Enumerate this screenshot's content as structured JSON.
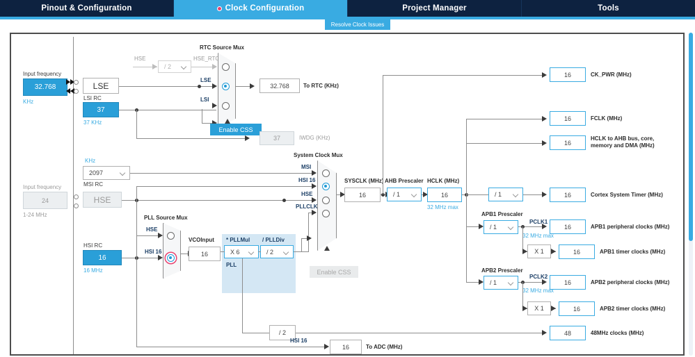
{
  "tabs": [
    {
      "label": "Pinout & Configuration",
      "active": false,
      "dot": false
    },
    {
      "label": "Clock Configuration",
      "active": true,
      "dot": true
    },
    {
      "label": "Project Manager",
      "active": false,
      "dot": false
    },
    {
      "label": "Tools",
      "active": false,
      "dot": false
    }
  ],
  "toolbar": {
    "resolve_label": "Resolve Clock Issues"
  },
  "colors": {
    "tab_bar_bg": "#0d2240",
    "accent": "#39abe2",
    "active_tab": "#39abe2",
    "filled_box": "#2a9fd8",
    "selection_ring": "#e8436f",
    "nav_label": "#1c3f66",
    "line": "#8d8d8d",
    "disabled_text": "#9a9a9a"
  },
  "lse": {
    "input_freq_caption": "Input frequency",
    "input_freq_value": "32.768",
    "input_freq_unit": "KHz",
    "osc_label": "LSE"
  },
  "lsi": {
    "caption": "LSI RC",
    "value": "37",
    "unit": "37 KHz"
  },
  "hse_div": {
    "in_label": "HSE",
    "value": "/ 2",
    "out_label": "HSE_RTC"
  },
  "rtc_mux": {
    "title": "RTC Source Mux",
    "inputs": [
      {
        "label": "HSE_RTC",
        "selected": false
      },
      {
        "label": "LSE",
        "selected": true
      },
      {
        "label": "LSI",
        "selected": false
      }
    ],
    "enable_css_label": "Enable CSS",
    "enable_css_enabled": true
  },
  "rtc_out": {
    "value": "32.768",
    "label": "To RTC (KHz)"
  },
  "iwdg_out": {
    "value": "37",
    "label": "IWDG (KHz)",
    "disabled": true
  },
  "msi": {
    "unit_label": "KHz",
    "value": "2097",
    "caption": "MSI RC"
  },
  "hse": {
    "input_freq_caption": "Input frequency",
    "input_freq_value": "24",
    "range_label": "1-24 MHz",
    "osc_label": "HSE",
    "disabled": true
  },
  "hsi": {
    "caption": "HSI RC",
    "value": "16",
    "unit": "16 MHz"
  },
  "pll_source_mux": {
    "title": "PLL Source Mux",
    "inputs": [
      {
        "label": "HSE",
        "selected": false
      },
      {
        "label": "HSI 16",
        "selected": true
      }
    ]
  },
  "vco": {
    "caption": "VCOInput",
    "value": "16"
  },
  "pll": {
    "group_label": "PLL",
    "mul_caption": "* PLLMul",
    "mul_value": "X 6",
    "div_caption": "/ PLLDiv",
    "div_value": "/ 2"
  },
  "system_clock_mux": {
    "title": "System Clock Mux",
    "inputs": [
      {
        "label": "MSI",
        "selected": false
      },
      {
        "label": "HSI 16",
        "selected": true
      },
      {
        "label": "HSE",
        "selected": false
      },
      {
        "label": "PLLCLK",
        "selected": false
      }
    ],
    "enable_css_label": "Enable CSS",
    "enable_css_enabled": false
  },
  "sysclk": {
    "caption": "SYSCLK (MHz)",
    "value": "16"
  },
  "ahb": {
    "caption": "AHB Prescaler",
    "value": "/ 1"
  },
  "hclk": {
    "caption": "HCLK (MHz)",
    "value": "16",
    "note": "32 MHz max"
  },
  "apb1": {
    "caption": "APB1 Prescaler",
    "value": "/ 1",
    "bus_label": "PCLK1",
    "bus_note": "32 MHz max",
    "timer_mul": "X 1"
  },
  "apb2": {
    "caption": "APB2 Prescaler",
    "value": "/ 1",
    "bus_label": "PCLK2",
    "bus_note": "32 MHz max",
    "timer_mul": "X 1"
  },
  "cortex_prescaler": {
    "value": "/ 1"
  },
  "usb_div": {
    "value": "/ 2"
  },
  "adc": {
    "source_label": "HSI 16",
    "value": "16",
    "label": "To ADC (MHz)"
  },
  "outputs": [
    {
      "name": "ck-pwr",
      "value": "16",
      "label": "CK_PWR (MHz)"
    },
    {
      "name": "fclk",
      "value": "16",
      "label": "FCLK (MHz)"
    },
    {
      "name": "hclk-ahb",
      "value": "16",
      "label": "HCLK to AHB bus, core,\nmemory and DMA (MHz)"
    },
    {
      "name": "cortex-system-timer",
      "value": "16",
      "label": "Cortex System Timer (MHz)"
    },
    {
      "name": "apb1-peripheral",
      "value": "16",
      "label": "APB1 peripheral clocks (MHz)"
    },
    {
      "name": "apb1-timer",
      "value": "16",
      "label": "APB1 timer clocks (MHz)"
    },
    {
      "name": "apb2-peripheral",
      "value": "16",
      "label": "APB2 peripheral clocks (MHz)"
    },
    {
      "name": "apb2-timer",
      "value": "16",
      "label": "APB2 timer clocks (MHz)"
    },
    {
      "name": "clocks-48mhz",
      "value": "48",
      "label": "48MHz clocks (MHz)"
    }
  ]
}
